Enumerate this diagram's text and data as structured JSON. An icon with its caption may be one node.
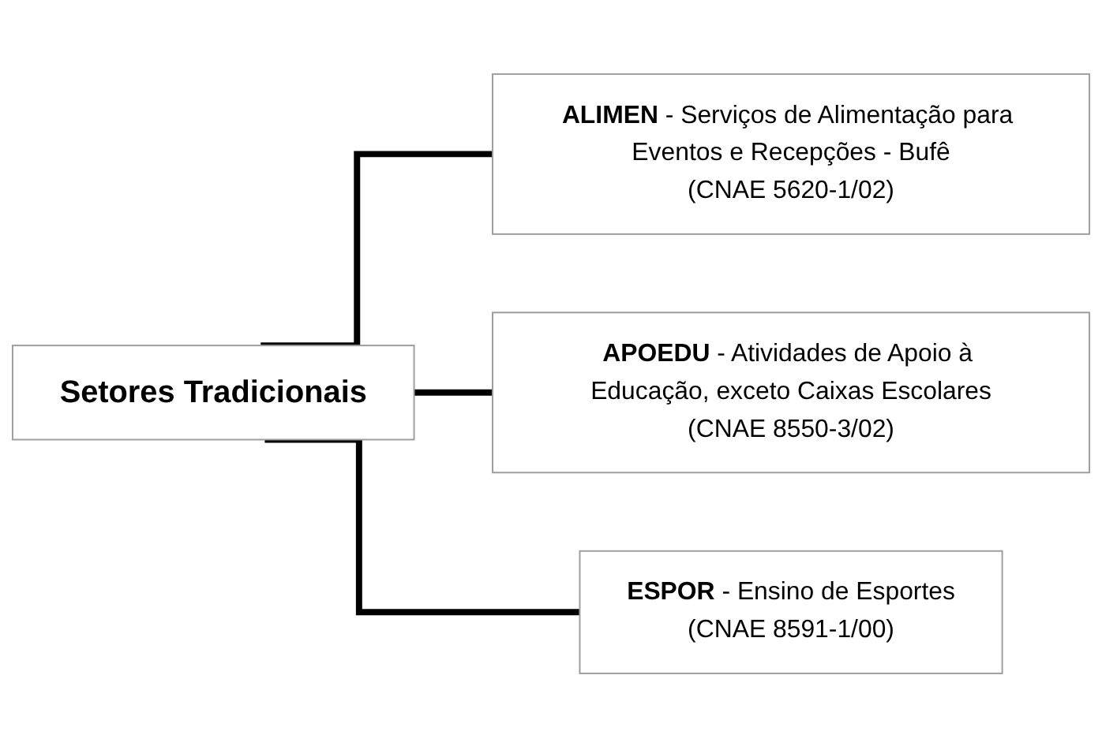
{
  "diagram": {
    "nodes": [
      {
        "text": [
          "Setores Tradicionais"
        ]
      },
      {
        "text": [
          "**ALIMEN** - Serviços de Alimentação para Eventos e Recepções - Bufê",
          "(CNAE 5620-1/02)"
        ]
      },
      {
        "text": [
          "**APOEDU** - Atividades de Apoio à Educação, exceto Caixas Escolares",
          "(CNAE 8550-3/02)"
        ]
      },
      {
        "text": [
          "**ESPOR** - Ensino de Esportes",
          "(CNAE 8591-1/00)"
        ]
      }
    ],
    "edges": [
      {
        "from": 0,
        "to": 1,
        "arrow": "none"
      },
      {
        "from": 0,
        "to": 2,
        "arrow": "none"
      },
      {
        "from": 0,
        "to": 3,
        "arrow": "none"
      }
    ]
  }
}
